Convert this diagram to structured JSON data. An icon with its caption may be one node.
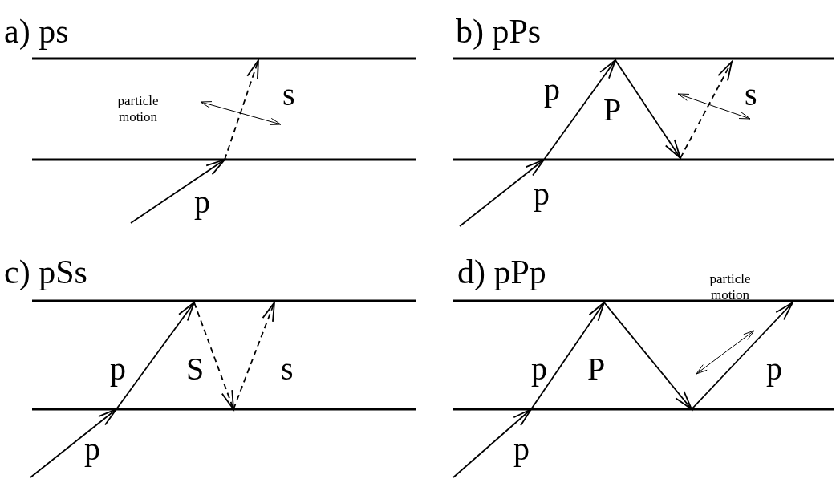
{
  "diagram": {
    "labels": [
      "a) ps",
      "particle motion",
      "s",
      "p",
      "b) pPs",
      "p",
      "P",
      "s",
      "p",
      "c) pSs",
      "p",
      "S",
      "s",
      "p",
      "d) pPp",
      "particle motion",
      "p",
      "P",
      "p",
      "p"
    ]
  }
}
